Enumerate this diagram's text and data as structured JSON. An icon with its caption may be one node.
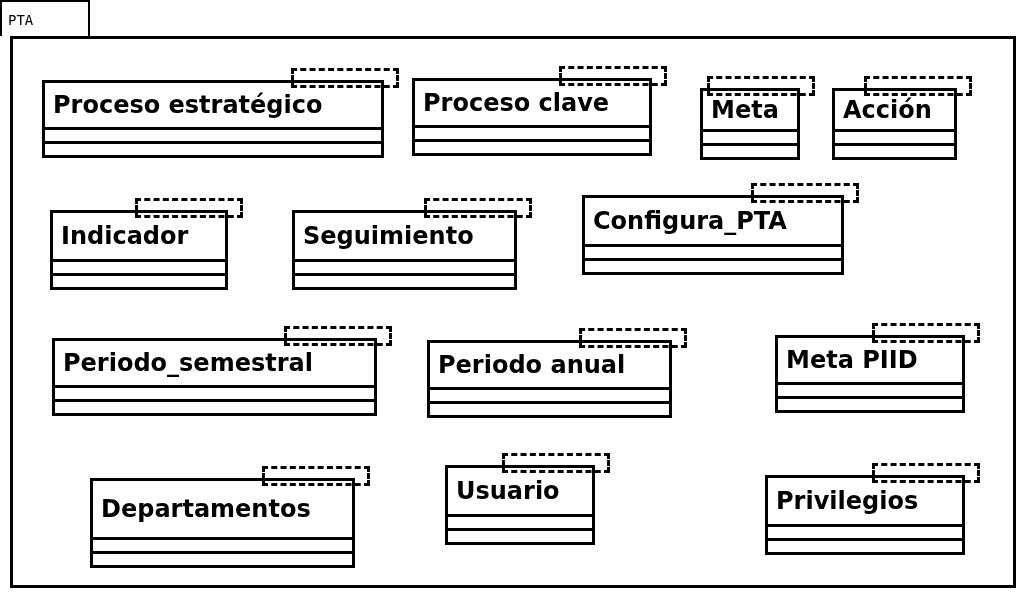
{
  "diagram": {
    "nodes": [
      {
        "text": [
          "PTA"
        ]
      },
      {
        "text": [
          "Proceso estratégico"
        ],
        "in": 0
      },
      {
        "text": [],
        "shape": "box",
        "in": 0
      },
      {
        "text": [
          "Proceso clave"
        ],
        "in": 0
      },
      {
        "text": [],
        "shape": "box",
        "in": 0
      },
      {
        "text": [
          "Meta"
        ],
        "in": 0
      },
      {
        "text": [],
        "shape": "box",
        "in": 0
      },
      {
        "text": [
          "Acción"
        ],
        "in": 0
      },
      {
        "text": [],
        "shape": "box",
        "in": 0
      },
      {
        "text": [
          "Indicador"
        ],
        "in": 0
      },
      {
        "text": [],
        "shape": "box",
        "in": 0
      },
      {
        "text": [
          "Seguimiento"
        ],
        "in": 0
      },
      {
        "text": [],
        "shape": "box",
        "in": 0
      },
      {
        "text": [
          "Configura_PTA"
        ],
        "in": 0
      },
      {
        "text": [],
        "shape": "box",
        "in": 0
      },
      {
        "text": [
          "Periodo_semestral"
        ],
        "in": 0
      },
      {
        "text": [],
        "shape": "box",
        "in": 0
      },
      {
        "text": [
          "Periodo anual"
        ],
        "in": 0
      },
      {
        "text": [],
        "shape": "box",
        "in": 0
      },
      {
        "text": [
          "Meta PIID"
        ],
        "in": 0
      },
      {
        "text": [],
        "shape": "box",
        "in": 0
      },
      {
        "text": [
          "Departamentos"
        ],
        "in": 0
      },
      {
        "text": [],
        "shape": "box",
        "in": 0
      },
      {
        "text": [
          "Usuario"
        ],
        "in": 0
      },
      {
        "text": [],
        "shape": "box",
        "in": 0
      },
      {
        "text": [
          "Privilegios"
        ],
        "in": 0
      },
      {
        "text": [],
        "shape": "box",
        "in": 0
      }
    ]
  }
}
